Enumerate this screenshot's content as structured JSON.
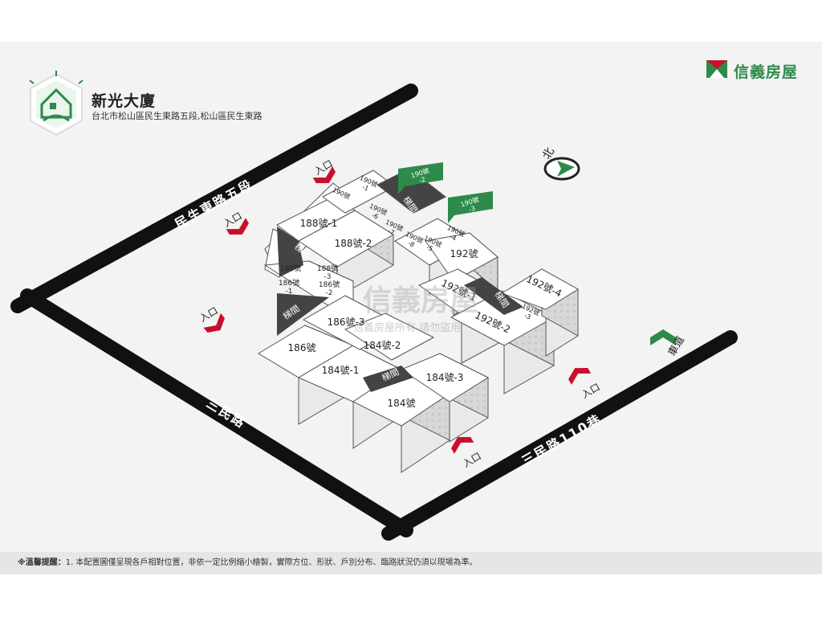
{
  "building": {
    "name": "新光大廈",
    "address": "台北市松山區民生東路五段,松山區民生東路"
  },
  "brand": {
    "name": "信義房屋",
    "color": "#2d8a4a"
  },
  "watermark": {
    "main": "信義房屋",
    "sub": "信義房屋所有 請勿盜用"
  },
  "compass": {
    "label": "北"
  },
  "roads": {
    "north": "民生東路五段",
    "west": "三民路",
    "south": "三民路110巷"
  },
  "labels": {
    "entrance": "入口",
    "driveway": "車道",
    "elevator": "梯間"
  },
  "units": {
    "u188_1": "188號-1",
    "u188_2": "188號-2",
    "u188": "188號",
    "u188_3": "188號\n-3",
    "u186_1": "186號\n-1",
    "u186_2": "186號\n-2",
    "u186_3": "186號-3",
    "u186": "186號",
    "u184_2": "184號-2",
    "u184_1": "184號-1",
    "u184_3": "184號-3",
    "u184": "184號",
    "u190": "190號",
    "u190_1": "190號\n-1",
    "u190_6": "190號\n-6",
    "u190_7": "190號\n-7",
    "u190_8": "190號\n-8",
    "u190_5": "190號\n-5",
    "u190_4": "190號\n-4",
    "u190_2": "190號\n-2",
    "u190_3": "190號\n-3",
    "u192": "192號",
    "u192_1": "192號-1",
    "u192_2": "192號-2",
    "u192_3": "192號\n-3",
    "u192_4": "192號-4"
  },
  "notice": {
    "lead": "※溫馨提醒：",
    "text": "1. 本配置圖僅呈現各戶相對位置，非依一定比例縮小繪製，實際方位、形狀、戶別分布、臨路狀況仍須以現場為準。"
  },
  "colors": {
    "road": "#111111",
    "entrance": "#c8102e",
    "green": "#2d8a4a",
    "elevator": "#444444"
  }
}
